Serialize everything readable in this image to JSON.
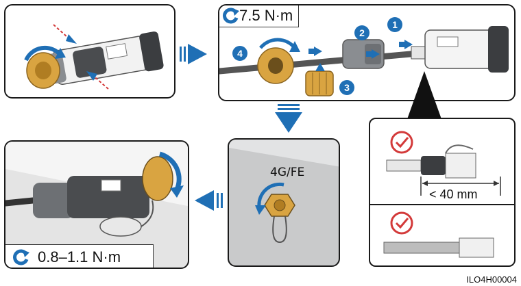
{
  "colors": {
    "accent_blue": "#1f6fb5",
    "step_circle": "#1f6fb5",
    "check_red": "#d33a3a",
    "connector_grey": "#8a8d91",
    "dark_body": "#4a4c4f",
    "brass": "#d9a441",
    "wall_grey": "#c9cacb"
  },
  "panel2": {
    "torque_value": "7.5 N·m",
    "steps": [
      "1",
      "2",
      "3",
      "4"
    ]
  },
  "panel3": {
    "port_label": "4G/FE"
  },
  "panel4": {
    "torque_value": "0.8–1.1 N·m"
  },
  "detail": {
    "strip_length": "< 40 mm"
  },
  "figure_code": "ILO4H00004",
  "icons": [
    "rotate-clockwise-icon",
    "check-circle-icon",
    "arrow-right-icon",
    "arrow-down-icon",
    "arrow-left-icon"
  ]
}
